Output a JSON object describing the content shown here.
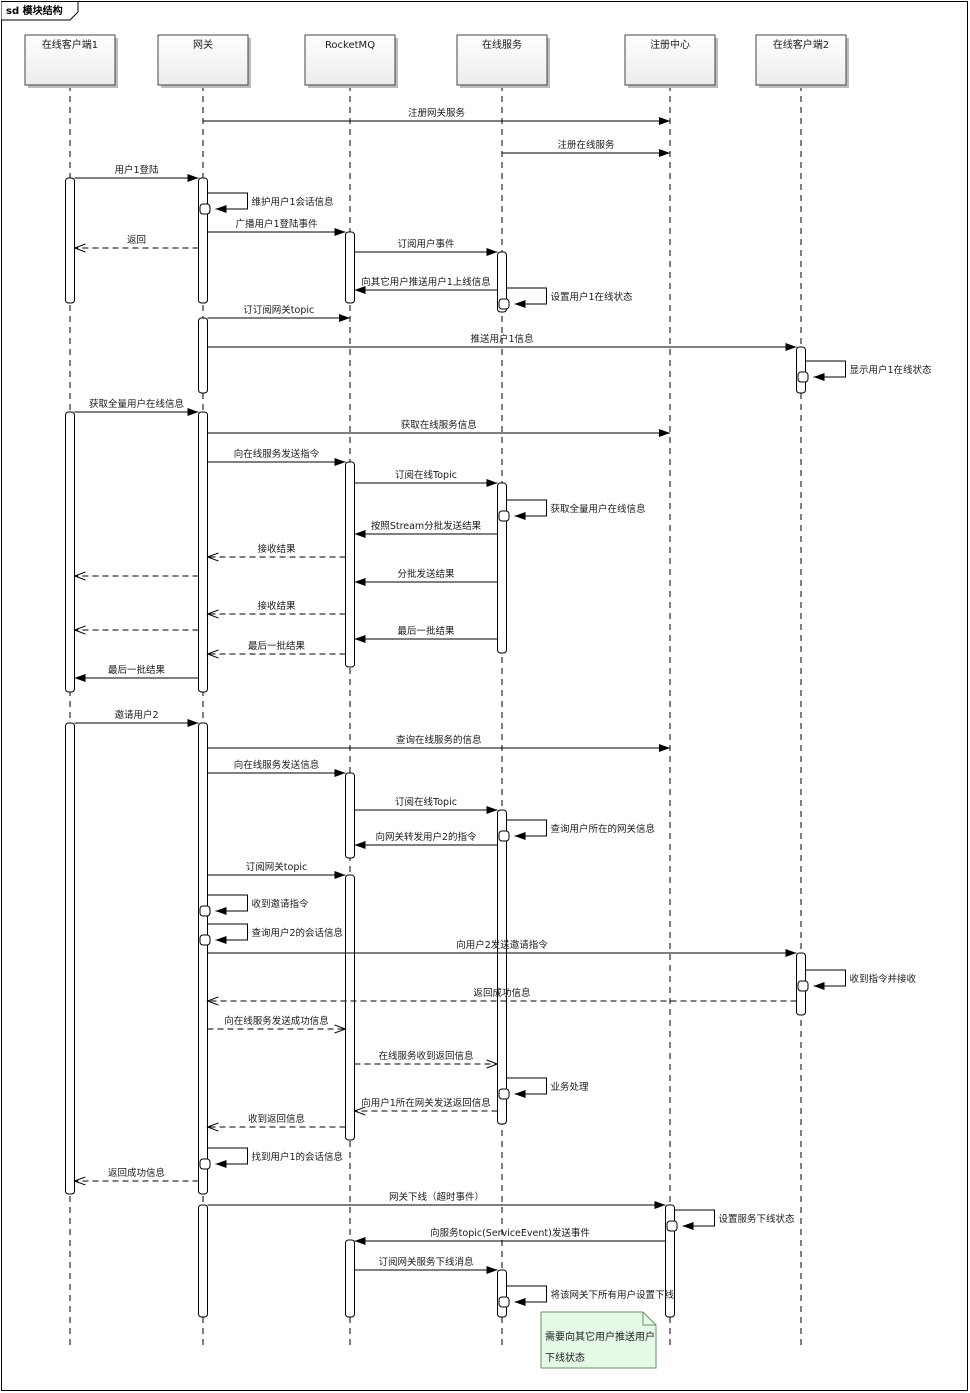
{
  "frame_title": "sd 模块结构",
  "participants": [
    {
      "id": "c1",
      "name": "在线客户端1"
    },
    {
      "id": "gw",
      "name": "网关"
    },
    {
      "id": "mq",
      "name": "RocketMQ"
    },
    {
      "id": "os",
      "name": "在线服务"
    },
    {
      "id": "rc",
      "name": "注册中心"
    },
    {
      "id": "c2",
      "name": "在线客户端2"
    }
  ],
  "messages": [
    {
      "text": "注册网关服务",
      "from": "gw",
      "to": "rc",
      "kind": "sync"
    },
    {
      "text": "注册在线服务",
      "from": "os",
      "to": "rc",
      "kind": "sync"
    },
    {
      "text": "用户1登陆",
      "from": "c1",
      "to": "gw",
      "kind": "sync"
    },
    {
      "text": "维护用户1会话信息",
      "from": "gw",
      "to": "gw",
      "kind": "self"
    },
    {
      "text": "广播用户1登陆事件",
      "from": "gw",
      "to": "mq",
      "kind": "sync"
    },
    {
      "text": "返回",
      "from": "gw",
      "to": "c1",
      "kind": "reply"
    },
    {
      "text": "订阅用户事件",
      "from": "mq",
      "to": "os",
      "kind": "sync"
    },
    {
      "text": "向其它用户推送用户1上线信息",
      "from": "os",
      "to": "mq",
      "kind": "sync"
    },
    {
      "text": "设置用户1在线状态",
      "from": "os",
      "to": "os",
      "kind": "self"
    },
    {
      "text": "订订阅网关topic",
      "from": "gw",
      "to": "mq",
      "kind": "sync"
    },
    {
      "text": "推送用户1信息",
      "from": "gw",
      "to": "c2",
      "kind": "sync"
    },
    {
      "text": "显示用户1在线状态",
      "from": "c2",
      "to": "c2",
      "kind": "self"
    },
    {
      "text": "获取全量用户在线信息",
      "from": "c1",
      "to": "gw",
      "kind": "sync"
    },
    {
      "text": "获取在线服务信息",
      "from": "gw",
      "to": "rc",
      "kind": "sync"
    },
    {
      "text": "向在线服务发送指令",
      "from": "gw",
      "to": "mq",
      "kind": "sync"
    },
    {
      "text": "订阅在线Topic",
      "from": "mq",
      "to": "os",
      "kind": "sync"
    },
    {
      "text": "获取全量用户在线信息",
      "from": "os",
      "to": "os",
      "kind": "self"
    },
    {
      "text": "按照Stream分批发送结果",
      "from": "os",
      "to": "mq",
      "kind": "sync"
    },
    {
      "text": "接收结果",
      "from": "mq",
      "to": "gw",
      "kind": "reply"
    },
    {
      "text": "",
      "from": "gw",
      "to": "c1",
      "kind": "reply"
    },
    {
      "text": "分批发送结果",
      "from": "os",
      "to": "mq",
      "kind": "sync"
    },
    {
      "text": "接收结果",
      "from": "mq",
      "to": "gw",
      "kind": "reply"
    },
    {
      "text": "",
      "from": "gw",
      "to": "c1",
      "kind": "reply"
    },
    {
      "text": "最后一批结果",
      "from": "os",
      "to": "mq",
      "kind": "sync"
    },
    {
      "text": "最后一批结果",
      "from": "mq",
      "to": "gw",
      "kind": "reply"
    },
    {
      "text": "最后一批结果",
      "from": "gw",
      "to": "c1",
      "kind": "sync"
    },
    {
      "text": "邀请用户2",
      "from": "c1",
      "to": "gw",
      "kind": "sync"
    },
    {
      "text": "查询在线服务的信息",
      "from": "gw",
      "to": "rc",
      "kind": "sync"
    },
    {
      "text": "向在线服务发送信息",
      "from": "gw",
      "to": "mq",
      "kind": "sync"
    },
    {
      "text": "订阅在线Topic",
      "from": "mq",
      "to": "os",
      "kind": "sync"
    },
    {
      "text": "查询用户所在的网关信息",
      "from": "os",
      "to": "os",
      "kind": "self"
    },
    {
      "text": "向网关转发用户2的指令",
      "from": "os",
      "to": "mq",
      "kind": "sync"
    },
    {
      "text": "订阅网关topic",
      "from": "gw",
      "to": "mq",
      "kind": "sync"
    },
    {
      "text": "收到邀请指令",
      "from": "gw",
      "to": "gw",
      "kind": "self"
    },
    {
      "text": "查询用户2的会话信息",
      "from": "gw",
      "to": "gw",
      "kind": "self"
    },
    {
      "text": "向用户2发送邀请指令",
      "from": "gw",
      "to": "c2",
      "kind": "sync"
    },
    {
      "text": "收到指令并接收",
      "from": "c2",
      "to": "c2",
      "kind": "self"
    },
    {
      "text": "返回成功信息",
      "from": "c2",
      "to": "gw",
      "kind": "reply"
    },
    {
      "text": "向在线服务发送成功信息",
      "from": "gw",
      "to": "mq",
      "kind": "async"
    },
    {
      "text": "在线服务收到返回信息",
      "from": "mq",
      "to": "os",
      "kind": "async"
    },
    {
      "text": "业务处理",
      "from": "os",
      "to": "os",
      "kind": "self"
    },
    {
      "text": "向用户1所在网关发送返回信息",
      "from": "os",
      "to": "mq",
      "kind": "async"
    },
    {
      "text": "收到返回信息",
      "from": "mq",
      "to": "gw",
      "kind": "reply"
    },
    {
      "text": "找到用户1的会话信息",
      "from": "gw",
      "to": "gw",
      "kind": "self"
    },
    {
      "text": "返回成功信息",
      "from": "gw",
      "to": "c1",
      "kind": "reply"
    },
    {
      "text": "网关下线（超时事件）",
      "from": "gw",
      "to": "rc",
      "kind": "sync"
    },
    {
      "text": "设置服务下线状态",
      "from": "rc",
      "to": "rc",
      "kind": "self"
    },
    {
      "text": "向服务topic(ServiceEvent)发送事件",
      "from": "rc",
      "to": "mq",
      "kind": "sync"
    },
    {
      "text": "订阅网关服务下线消息",
      "from": "mq",
      "to": "os",
      "kind": "sync"
    },
    {
      "text": "将该网关下所有用户设置下线",
      "from": "os",
      "to": "os",
      "kind": "self"
    }
  ],
  "note": {
    "lines": [
      "需要向其它用户推送用户",
      "下线状态"
    ]
  },
  "colors": {
    "line": "#000000",
    "participant_fill": "#f4f4f4",
    "note_fill": "#e6f8e6"
  }
}
